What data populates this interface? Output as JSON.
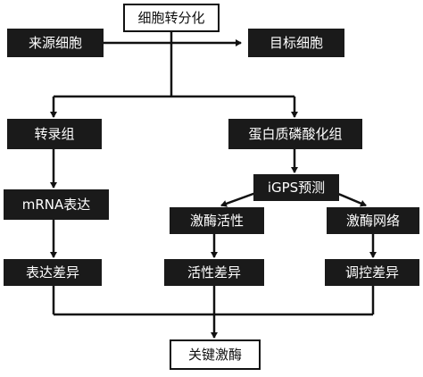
{
  "diagram": {
    "title": "细胞转分化",
    "source_cell": "来源细胞",
    "target_cell": "目标细胞",
    "transcriptome": "转录组",
    "phosphoproteome": "蛋白质磷酸化组",
    "mrna_expression": "mRNA表达",
    "igps_prediction": "iGPS预测",
    "kinase_activity": "激酶活性",
    "kinase_network": "激酶网络",
    "expression_diff": "表达差异",
    "activity_diff": "活性差异",
    "regulation_diff": "调控差异",
    "key_kinase": "关键激酶"
  }
}
